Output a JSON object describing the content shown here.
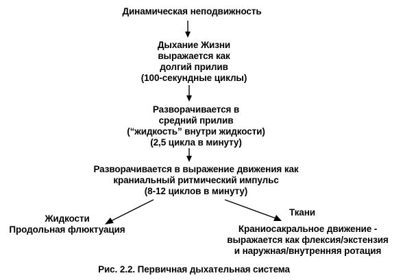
{
  "diagram": {
    "top_node": "Динамическая неподвижность",
    "breath_node": [
      "Дыхание Жизни",
      "выражается как",
      "долгий прилив",
      "(100-секундные циклы)"
    ],
    "mid_tide_node": [
      "Разворачивается в",
      "средний прилив",
      "(“жидкость” внутри жидкости)",
      "(2,5 цикла в минуту)"
    ],
    "expression_node": [
      "Разворачивается в выражение движения как",
      "краниальный ритмический импульс",
      "(8-12 циклов в минуту)"
    ],
    "fluids_node": [
      "Жидкости",
      "Продольная флюктуация"
    ],
    "tissues_title": "Ткани",
    "cranio_node": [
      "Краниосакральное движение -",
      "выражается как флексия/экстензия",
      "и наружная/внутренняя ротация"
    ],
    "caption": "Рис. 2.2. Первичная дыхательная система"
  },
  "colors": {
    "text": "#000000",
    "background": "#ffffff",
    "arrow": "#000000"
  }
}
